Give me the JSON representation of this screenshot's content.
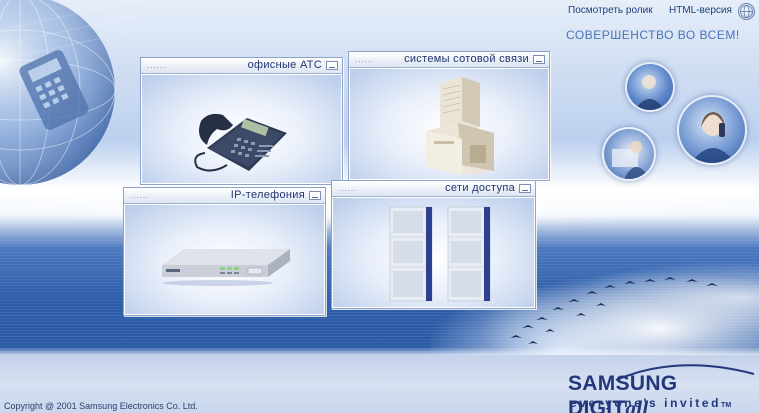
{
  "header": {
    "video_link": "Посмотреть ролик",
    "html_link": "HTML-версия",
    "tagline": "СОВЕРШЕНСТВО ВО ВСЕМ!"
  },
  "panels": [
    {
      "title": "офисные АТС",
      "dots": "......",
      "icon": "office-phone"
    },
    {
      "title": "системы сотовой связи",
      "dots": "......",
      "icon": "cellular-cabinet"
    },
    {
      "title": "IP-телефония",
      "dots": "......",
      "icon": "ip-gateway"
    },
    {
      "title": "сети доступа",
      "dots": "......",
      "icon": "access-network-racks"
    }
  ],
  "footer": {
    "copyright": "Copyright @ 2001 Samsung Electronics Co. Ltd.",
    "logo_main": "SAMSUNG DIGIT",
    "logo_all": "all",
    "logo_tag": "everyone's invited",
    "logo_tm": "TM"
  },
  "colors": {
    "brand": "#23377c",
    "accent": "#4a73b8",
    "band": "#2e5ea9"
  }
}
